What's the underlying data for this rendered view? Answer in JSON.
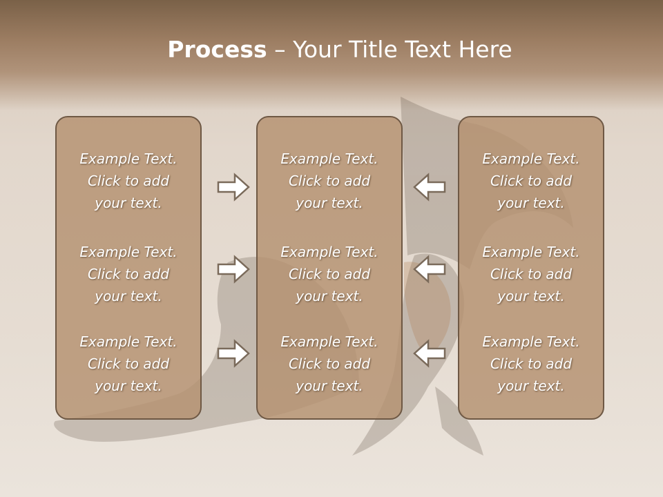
{
  "title": {
    "bold": "Process",
    "rest": " – Your Title Text Here"
  },
  "columns": [
    {
      "items": [
        {
          "line1": "Example Text.",
          "line2": "Click  to add",
          "line3": "your text."
        },
        {
          "line1": "Example Text.",
          "line2": "Click  to add",
          "line3": "your text."
        },
        {
          "line1": "Example Text.",
          "line2": "Click  to add",
          "line3": "your text."
        }
      ]
    },
    {
      "items": [
        {
          "line1": "Example Text.",
          "line2": "Click  to add",
          "line3": "your text."
        },
        {
          "line1": "Example Text.",
          "line2": "Click  to add",
          "line3": "your text."
        },
        {
          "line1": "Example Text.",
          "line2": "Click  to add",
          "line3": "your text."
        }
      ]
    },
    {
      "items": [
        {
          "line1": "Example Text.",
          "line2": "Click  to add",
          "line3": "your text."
        },
        {
          "line1": "Example Text.",
          "line2": "Click  to add",
          "line3": "your text."
        },
        {
          "line1": "Example Text.",
          "line2": "Click  to add",
          "line3": "your text."
        }
      ]
    }
  ],
  "arrows": {
    "left_group": "arrow-right-icon",
    "right_group": "arrow-left-icon"
  },
  "colors": {
    "header": "#9b7c61",
    "box_fill": "#b49170",
    "box_border": "#6e5844",
    "text": "#ffffff"
  }
}
